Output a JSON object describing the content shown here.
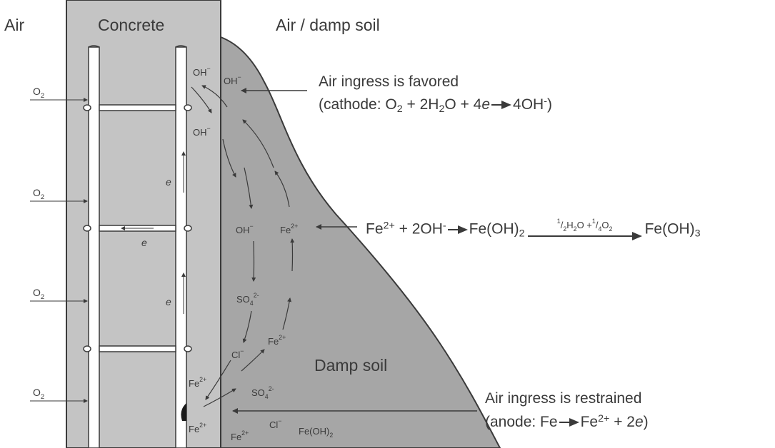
{
  "regions": {
    "air": "Air",
    "concrete": "Concrete",
    "air_damp_soil": "Air / damp soil",
    "damp_soil": "Damp soil"
  },
  "oxygen": {
    "o": "O",
    "sub": "2"
  },
  "electron": "e",
  "ions": {
    "oh": "OH",
    "oh_minus": "−",
    "fe": "Fe",
    "fe_charge": "2+",
    "so4_base": "SO",
    "so4_sub": "4",
    "so4_charge": "2-",
    "cl": "Cl",
    "cl_minus": "−",
    "feoh2": "Fe(OH)",
    "feoh2_sub": "2"
  },
  "annotations": {
    "cathode_title": "Air ingress is favored",
    "cathode_p1": "(cathode: O",
    "cathode_p1_sub": "2",
    "cathode_p2": " + 2H",
    "cathode_p2_sub": "2",
    "cathode_p3": "O + 4",
    "cathode_e": "e",
    "cathode_p4": "4OH",
    "cathode_p4_sup": "-",
    "cathode_close": ")",
    "anode_title": "Air ingress is restrained",
    "anode_p1": "(anode: Fe",
    "anode_p2": "Fe",
    "anode_p2_sup": "2+",
    "anode_p3": " + 2",
    "anode_e": "e",
    "anode_close": ")"
  },
  "reaction": {
    "fe": "Fe",
    "fe_sup": "2+",
    "plus_oh": " + 2OH",
    "oh_sup": "-",
    "feoh2": "Fe(OH)",
    "feoh2_sub": "2",
    "cond_a": "1",
    "cond_a2": "/",
    "cond_a3": "2",
    "cond_b": "H",
    "cond_b_sub": "2",
    "cond_c": "O +",
    "cond_d": "1",
    "cond_d2": "/",
    "cond_d3": "4",
    "cond_e": "O",
    "cond_e_sub": "2",
    "feoh3": "Fe(OH)",
    "feoh3_sub": "3"
  },
  "colors": {
    "concrete": "#c4c4c4",
    "soil": "#a6a6a6",
    "line": "#3a3a3a",
    "rebar": "#ffffff"
  }
}
